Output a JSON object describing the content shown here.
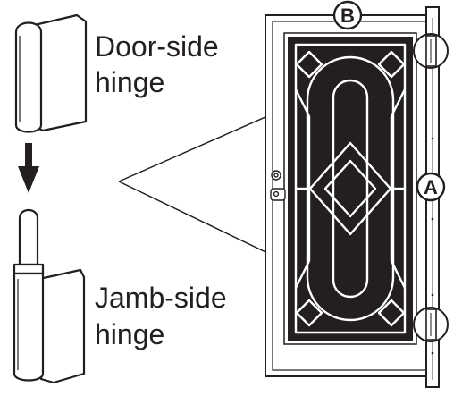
{
  "labels": {
    "door_side_line1": "Door-side",
    "door_side_line2": "hinge",
    "jamb_side_line1": "Jamb-side",
    "jamb_side_line2": "hinge",
    "callout_a": "A",
    "callout_b": "B"
  },
  "colors": {
    "line": "#231f20",
    "panel": "#231f20",
    "background": "#ffffff",
    "grille": "#ffffff"
  },
  "icons": {
    "arrow": "arrow-down-icon",
    "door_hinge": "door-side-hinge-icon",
    "jamb_hinge": "jamb-side-hinge-icon"
  }
}
